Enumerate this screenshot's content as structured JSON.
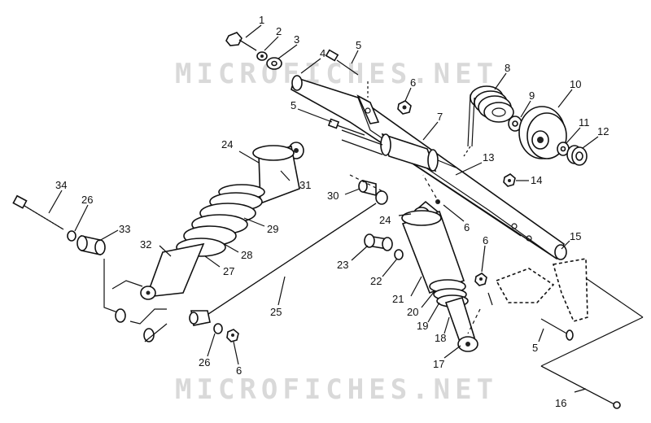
{
  "watermark": {
    "text": "MICROFICHES.NET"
  },
  "callouts": [
    {
      "id": "c1",
      "label": "1"
    },
    {
      "id": "c2",
      "label": "2"
    },
    {
      "id": "c3",
      "label": "3"
    },
    {
      "id": "c4",
      "label": "4"
    },
    {
      "id": "c5a",
      "label": "5"
    },
    {
      "id": "c6a",
      "label": "6"
    },
    {
      "id": "c5b",
      "label": "5"
    },
    {
      "id": "c7",
      "label": "7"
    },
    {
      "id": "c8",
      "label": "8"
    },
    {
      "id": "c9",
      "label": "9"
    },
    {
      "id": "c10",
      "label": "10"
    },
    {
      "id": "c11",
      "label": "11"
    },
    {
      "id": "c12",
      "label": "12"
    },
    {
      "id": "c13",
      "label": "13"
    },
    {
      "id": "c14",
      "label": "14"
    },
    {
      "id": "c15",
      "label": "15"
    },
    {
      "id": "c16",
      "label": "16"
    },
    {
      "id": "c5c",
      "label": "5"
    },
    {
      "id": "c6b",
      "label": "6"
    },
    {
      "id": "c6c",
      "label": "6"
    },
    {
      "id": "c24a",
      "label": "24"
    },
    {
      "id": "c24b",
      "label": "24"
    },
    {
      "id": "c31",
      "label": "31"
    },
    {
      "id": "c30",
      "label": "30"
    },
    {
      "id": "c29",
      "label": "29"
    },
    {
      "id": "c28",
      "label": "28"
    },
    {
      "id": "c27",
      "label": "27"
    },
    {
      "id": "c32",
      "label": "32"
    },
    {
      "id": "c34",
      "label": "34"
    },
    {
      "id": "c26a",
      "label": "26"
    },
    {
      "id": "c33",
      "label": "33"
    },
    {
      "id": "c23",
      "label": "23"
    },
    {
      "id": "c22",
      "label": "22"
    },
    {
      "id": "c21",
      "label": "21"
    },
    {
      "id": "c20",
      "label": "20"
    },
    {
      "id": "c19",
      "label": "19"
    },
    {
      "id": "c18",
      "label": "18"
    },
    {
      "id": "c17",
      "label": "17"
    },
    {
      "id": "c25",
      "label": "25"
    },
    {
      "id": "c26b",
      "label": "26"
    },
    {
      "id": "c6d",
      "label": "6"
    }
  ]
}
